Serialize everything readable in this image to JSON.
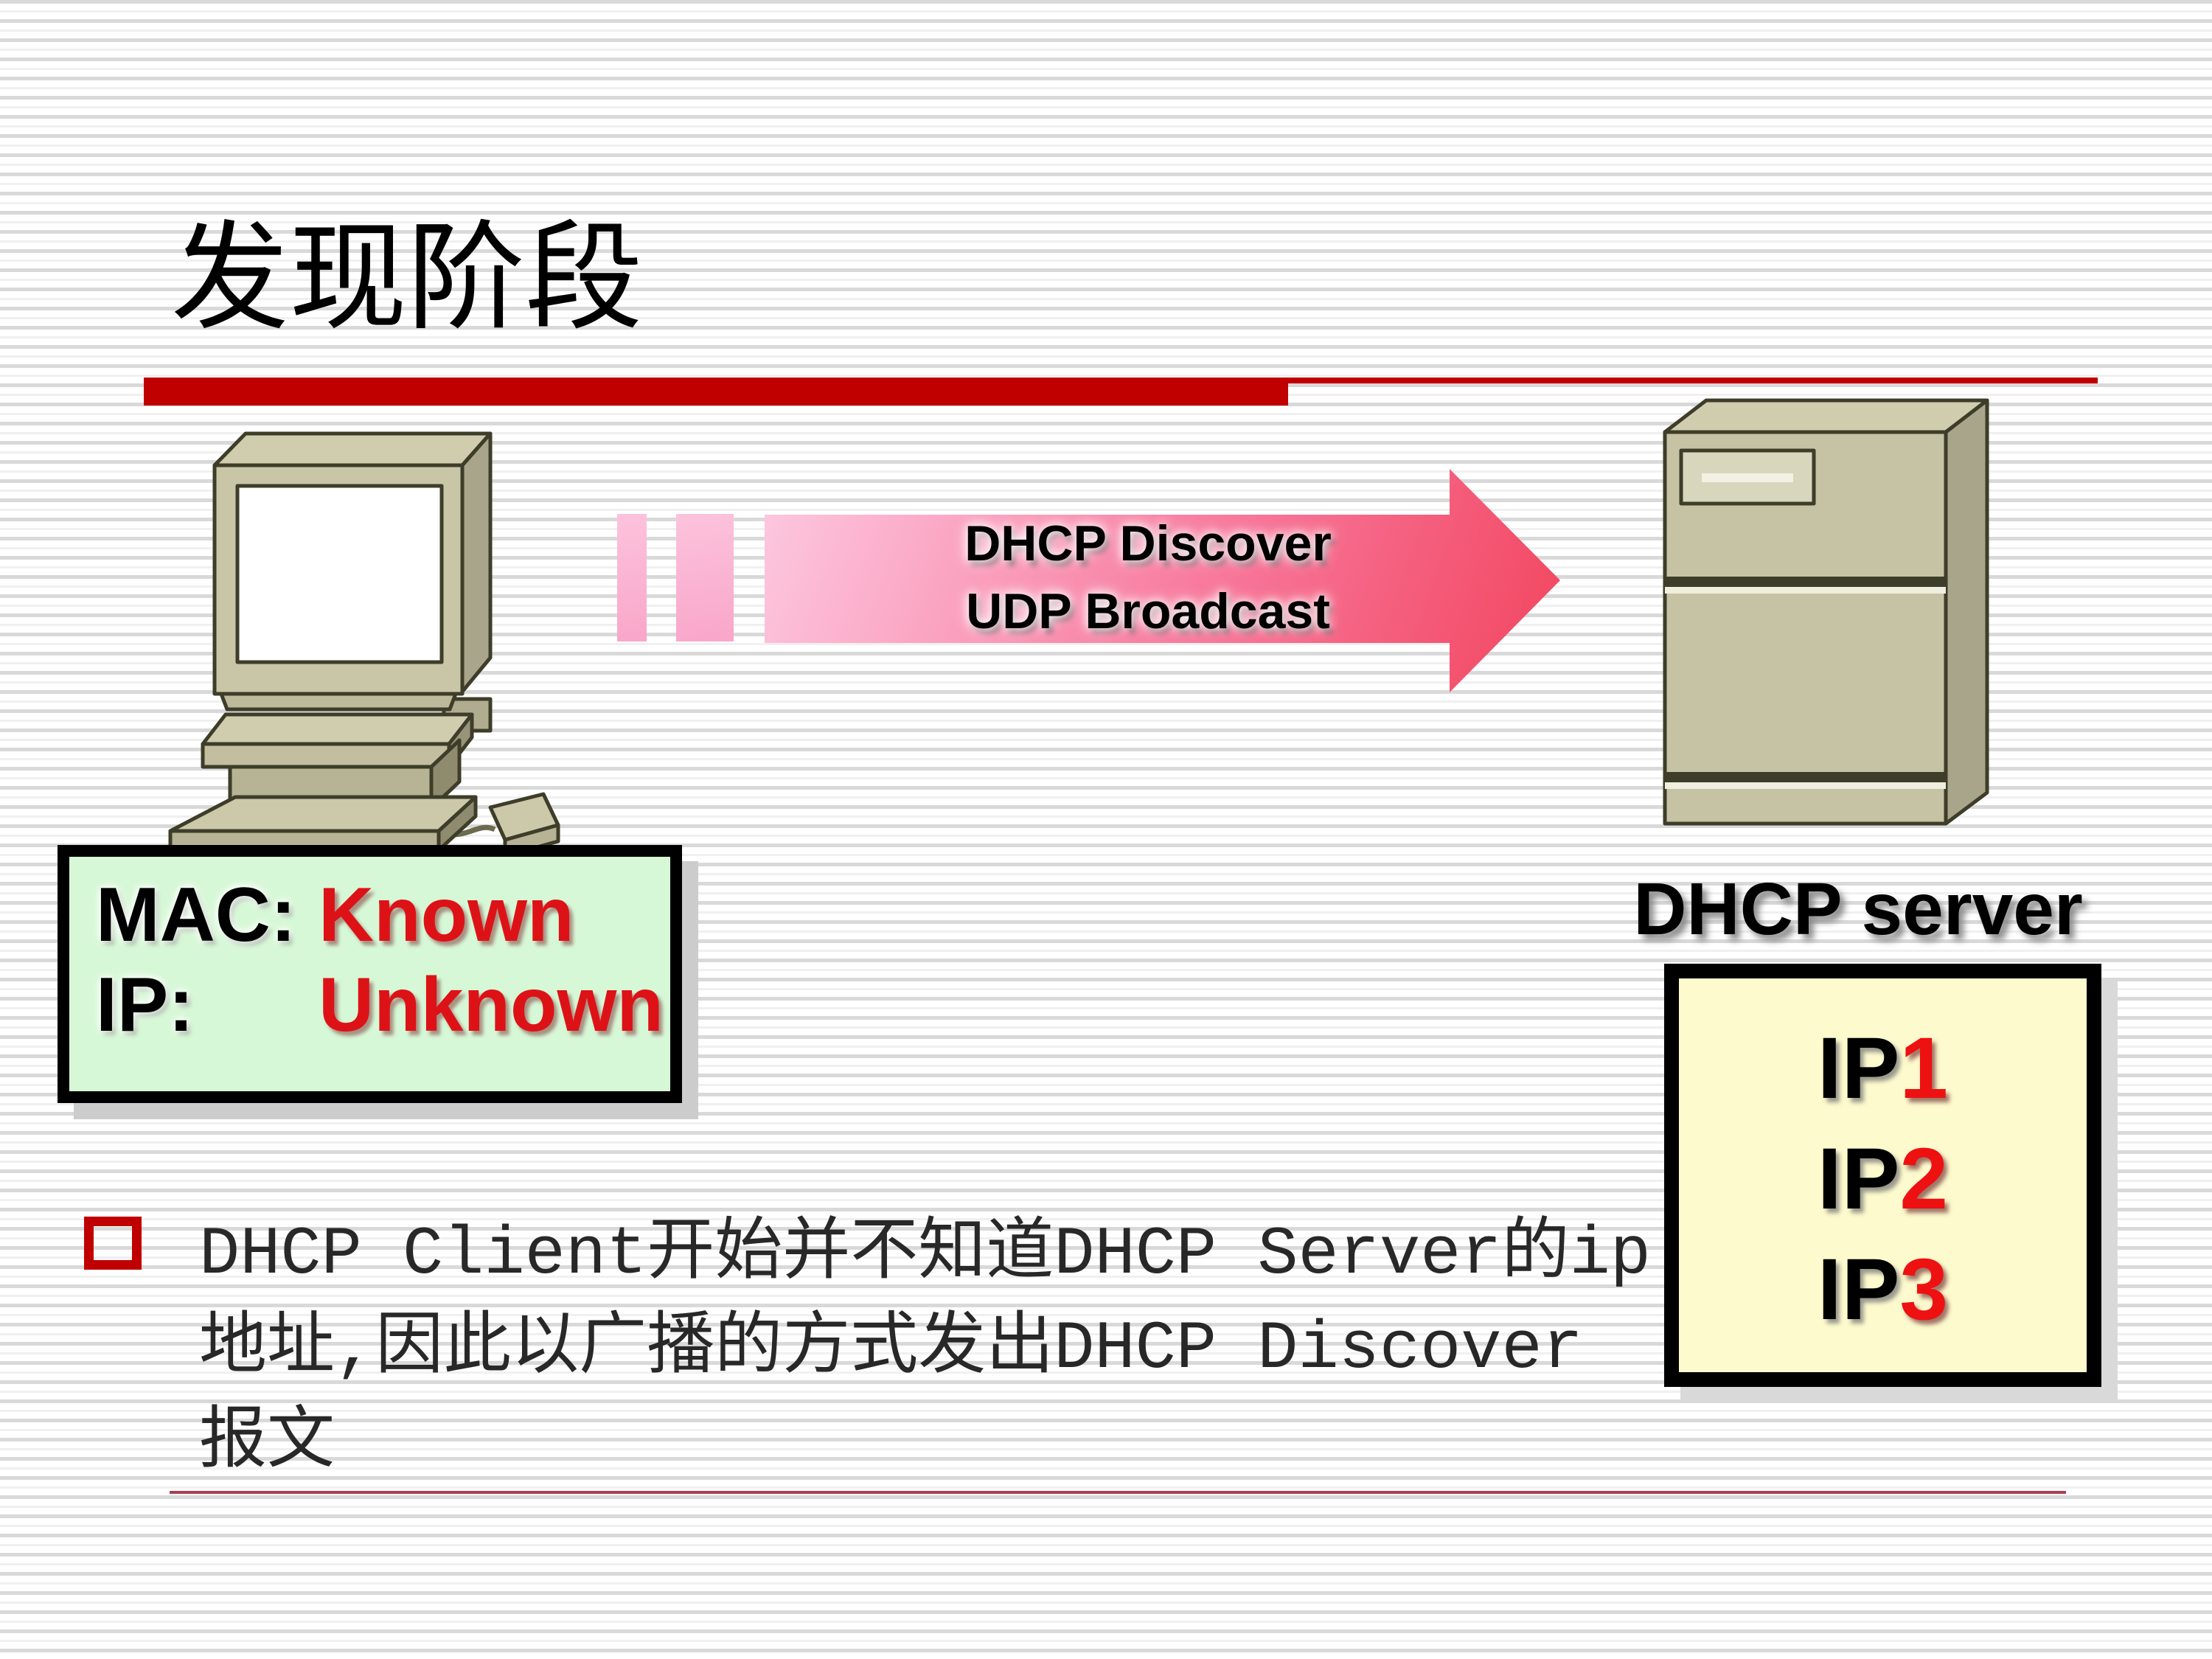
{
  "slide": {
    "title": "发现阶段",
    "arrow": {
      "line1": "DHCP Discover",
      "line2": "UDP Broadcast"
    },
    "client_box": {
      "rows": [
        {
          "label": "MAC:",
          "value": "Known"
        },
        {
          "label": "IP:",
          "value": "Unknown"
        }
      ]
    },
    "server": {
      "label": "DHCP server",
      "ips": [
        {
          "prefix": "IP",
          "num": "1"
        },
        {
          "prefix": "IP",
          "num": "2"
        },
        {
          "prefix": "IP",
          "num": "3"
        }
      ]
    },
    "bullet_text": {
      "lines": [
        "DHCP Client开始并不知道DHCP Server的ip",
        "地址,因此以广播的方式发出DHCP Discover",
        "报文"
      ]
    },
    "colors": {
      "accent_red": "#c00000",
      "arrow_pink_light": "#fdc9e1",
      "arrow_pink_deep": "#f2455e",
      "client_box_fill": "#d6f8d6",
      "server_box_fill": "#fdfacd",
      "value_red": "#dd1217",
      "machine_khaki": "#c8c4a6",
      "bottom_line": "#a84055"
    }
  }
}
